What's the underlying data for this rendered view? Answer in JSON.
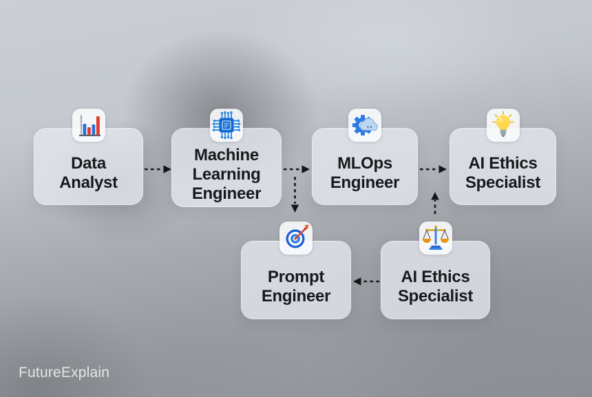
{
  "watermark": {
    "label": "FutureExplain"
  },
  "diagram": {
    "title_implied": "AI career roles flow",
    "nodes": [
      {
        "id": "data-analyst",
        "label": "Data\nAnalyst",
        "icon": "bar-chart-icon"
      },
      {
        "id": "ml-engineer",
        "label": "Machine\nLearning\nEngineer",
        "icon": "chip-icon"
      },
      {
        "id": "mlops-engineer",
        "label": "MLOps\nEngineer",
        "icon": "gear-cloud-icon"
      },
      {
        "id": "ai-ethics-top",
        "label": "AI Ethics\nSpecialist",
        "icon": "lightbulb-icon"
      },
      {
        "id": "prompt-engineer",
        "label": "Prompt\nEngineer",
        "icon": "target-dart-icon"
      },
      {
        "id": "ai-ethics-bottom",
        "label": "AI Ethics\nSpecialist",
        "icon": "balance-scales-icon"
      }
    ],
    "edges": [
      {
        "from": "data-analyst",
        "to": "ml-engineer",
        "style": "dashed",
        "direction": "right"
      },
      {
        "from": "ml-engineer",
        "to": "mlops-engineer",
        "style": "dashed",
        "direction": "right"
      },
      {
        "from": "mlops-engineer",
        "to": "ai-ethics-top",
        "style": "dashed",
        "direction": "right"
      },
      {
        "from": "ml-engineer",
        "to": "prompt-engineer",
        "style": "dashed",
        "direction": "down"
      },
      {
        "from": "ai-ethics-bottom",
        "to": "prompt-engineer",
        "style": "dashed",
        "direction": "left"
      },
      {
        "from": "ai-ethics-bottom",
        "to": "ai-ethics-top",
        "style": "dashed",
        "direction": "up"
      }
    ]
  },
  "colors": {
    "arrow": "#141518",
    "node_fill": "rgba(228,232,238,0.78)",
    "text": "#17191c",
    "watermark_text": "rgba(240,242,245,0.88)",
    "icon_blue": "#2470dd",
    "icon_red": "#e5392f",
    "icon_yellow": "#ffd84d",
    "icon_gold": "#d9a62a"
  }
}
